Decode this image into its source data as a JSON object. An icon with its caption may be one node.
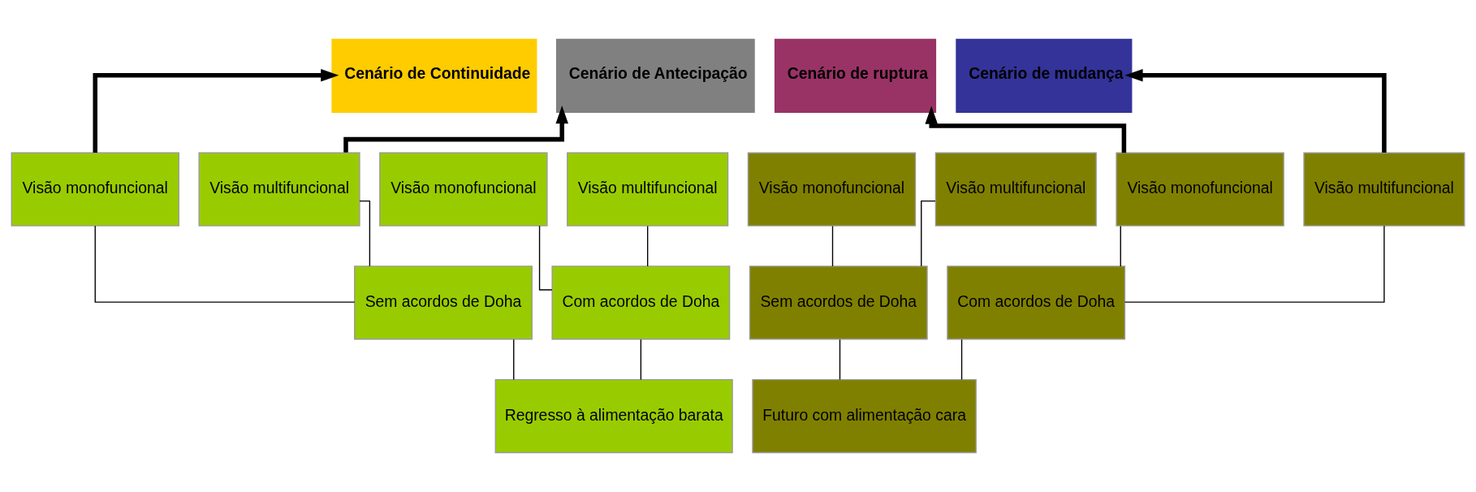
{
  "diagram": {
    "nodes": [
      {
        "text": [
          "Cenário de Continuidade"
        ]
      },
      {
        "text": [
          "Cenário de Antecipação"
        ]
      },
      {
        "text": [
          "Cenário de ruptura"
        ]
      },
      {
        "text": [
          "Cenário de mudança"
        ]
      },
      {
        "text": [
          "Visão monofuncional"
        ]
      },
      {
        "text": [
          "Visão multifuncional"
        ]
      },
      {
        "text": [
          "Visão monofuncional"
        ]
      },
      {
        "text": [
          "Visão multifuncional"
        ]
      },
      {
        "text": [
          "Visão monofuncional"
        ]
      },
      {
        "text": [
          "Visão multifuncional"
        ]
      },
      {
        "text": [
          "Visão monofuncional"
        ]
      },
      {
        "text": [
          "Visão multifuncional"
        ]
      },
      {
        "text": [
          "Sem acordos de Doha"
        ]
      },
      {
        "text": [
          "Com acordos de Doha"
        ]
      },
      {
        "text": [
          "Sem acordos de Doha"
        ]
      },
      {
        "text": [
          "Com acordos de Doha"
        ]
      },
      {
        "text": [
          "Regresso à alimentação barata"
        ]
      },
      {
        "text": [
          "Futuro com alimentação cara"
        ]
      }
    ],
    "edges": [
      {
        "from": 4,
        "to": 0,
        "arrow": "to",
        "style": "thick"
      },
      {
        "from": 5,
        "to": 1,
        "arrow": "to",
        "style": "thick"
      },
      {
        "from": 10,
        "to": 2,
        "arrow": "to",
        "style": "thick"
      },
      {
        "from": 11,
        "to": 3,
        "arrow": "to",
        "style": "thick"
      },
      {
        "from": 16,
        "to": 12,
        "arrow": "none"
      },
      {
        "from": 16,
        "to": 13,
        "arrow": "none"
      },
      {
        "from": 12,
        "to": 4,
        "arrow": "none"
      },
      {
        "from": 12,
        "to": 5,
        "arrow": "none"
      },
      {
        "from": 13,
        "to": 6,
        "arrow": "none"
      },
      {
        "from": 13,
        "to": 7,
        "arrow": "none"
      },
      {
        "from": 17,
        "to": 14,
        "arrow": "none"
      },
      {
        "from": 17,
        "to": 15,
        "arrow": "none"
      },
      {
        "from": 14,
        "to": 8,
        "arrow": "none"
      },
      {
        "from": 14,
        "to": 9,
        "arrow": "none"
      },
      {
        "from": 15,
        "to": 10,
        "arrow": "none"
      },
      {
        "from": 15,
        "to": 11,
        "arrow": "none"
      }
    ]
  }
}
